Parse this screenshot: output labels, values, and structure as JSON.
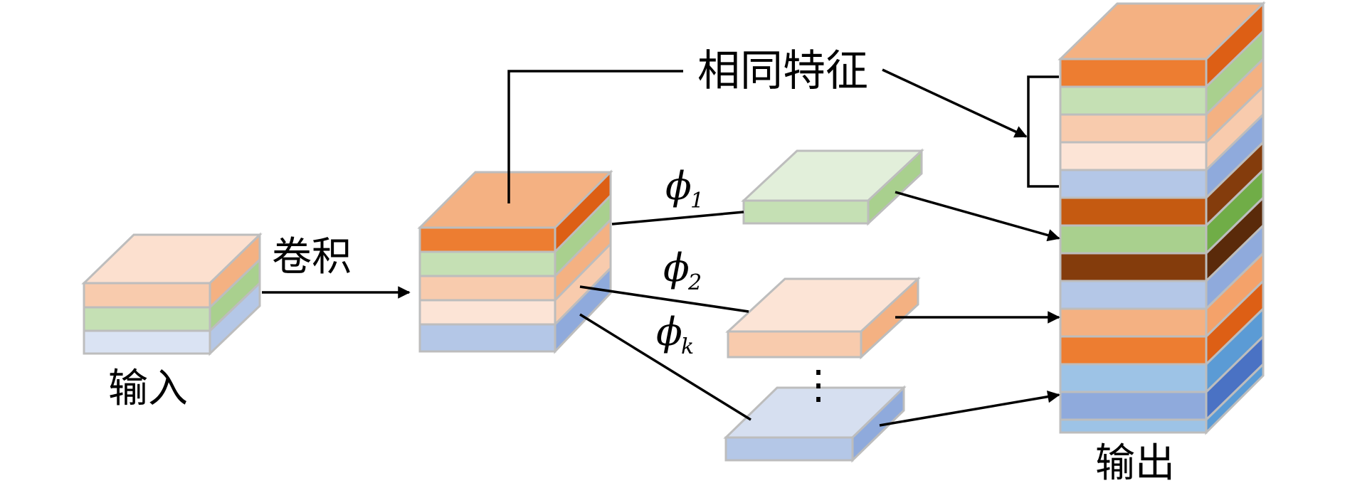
{
  "labels": {
    "input": "输入",
    "conv": "卷积",
    "same_features": "相同特征",
    "output": "输出",
    "phi_symbol": "ϕ",
    "phi_1_sub": "1",
    "phi_2_sub": "2",
    "phi_k_sub": "k",
    "ellipsis": "⋮"
  },
  "colors": {
    "outline": "#bdbdbd",
    "arrow": "#000000"
  }
}
